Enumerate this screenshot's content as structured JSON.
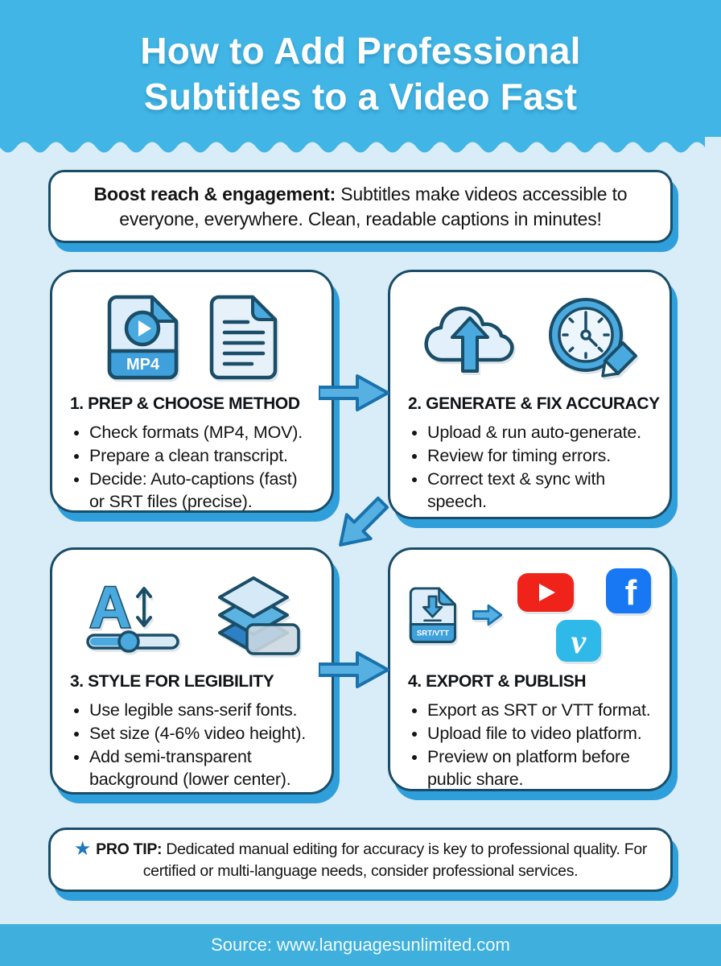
{
  "header": {
    "title_line1": "How to Add Professional",
    "title_line2": "Subtitles to a Video Fast"
  },
  "intro": {
    "lead": "Boost reach & engagement:",
    "text": " Subtitles make videos accessible to everyone, everywhere. Clean, readable captions in minutes!"
  },
  "steps": [
    {
      "title": "1. PREP & CHOOSE METHOD",
      "icons": [
        "mp4-video-file-icon",
        "transcript-document-icon"
      ],
      "file_label": "MP4",
      "bullets": [
        "Check formats (MP4, MOV).",
        "Prepare a clean transcript.",
        "Decide: Auto-captions (fast) or SRT files (precise)."
      ]
    },
    {
      "title": "2. GENERATE & FIX ACCURACY",
      "icons": [
        "cloud-upload-icon",
        "clock-edit-icon"
      ],
      "bullets": [
        "Upload & run auto-generate.",
        "Review for timing errors.",
        "Correct text & sync with speech."
      ]
    },
    {
      "title": "3. STYLE FOR LEGIBILITY",
      "icons": [
        "font-size-slider-icon",
        "layers-icon"
      ],
      "bullets": [
        "Use legible sans-serif fonts.",
        "Set size (4-6% video height).",
        "Add semi-transparent background (lower center)."
      ]
    },
    {
      "title": "4. EXPORT & PUBLISH",
      "icons": [
        "srt-vtt-file-icon",
        "arrow-right-icon",
        "youtube-icon",
        "facebook-icon",
        "vimeo-icon"
      ],
      "file_label": "SRT/VTT",
      "bullets": [
        "Export as SRT or VTT format.",
        "Upload file to video platform.",
        "Preview on platform before public share."
      ]
    }
  ],
  "glyphs": {
    "facebook": "f",
    "vimeo": "v",
    "star": "★"
  },
  "flow_arrows": [
    "step1-to-step2",
    "step2-to-step3",
    "step3-to-step4"
  ],
  "protip": {
    "lead": "PRO TIP:",
    "text": " Dedicated manual editing for accuracy is key to professional quality. For certified or multi-language needs, consider professional services."
  },
  "footer": {
    "source": "Source: www.languagesunlimited.com"
  },
  "colors": {
    "header_blue": "#41b6e6",
    "background_light": "#d9edf8",
    "panel_border_navy": "#1a4d67",
    "shadow_blue": "#2f9fdc",
    "arrow_fill": "#56b1e2",
    "arrow_stroke": "#1a72ad",
    "icon_blue": "#4aa9de",
    "icon_light": "#ddedf9",
    "youtube_red": "#ef2319",
    "facebook_blue": "#1877f2",
    "vimeo_blue": "#2fb9e9",
    "footer_blue": "#3fb0de"
  }
}
